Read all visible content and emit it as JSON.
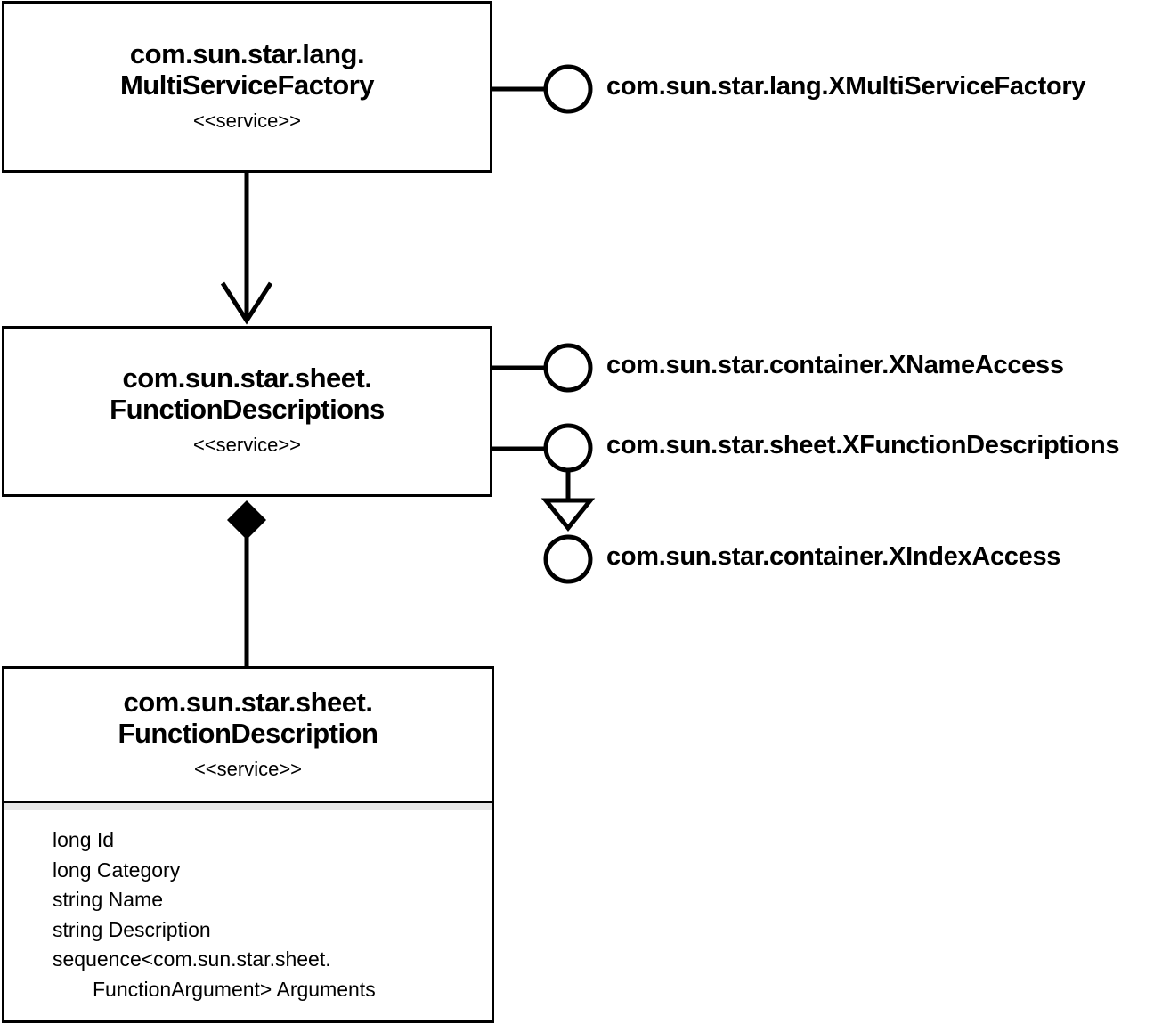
{
  "services": {
    "factory": {
      "name_line1": "com.sun.star.lang.",
      "name_line2": "MultiServiceFactory",
      "stereotype": "<<service>>"
    },
    "descriptions": {
      "name_line1": "com.sun.star.sheet.",
      "name_line2": "FunctionDescriptions",
      "stereotype": "<<service>>"
    },
    "description": {
      "name_line1": "com.sun.star.sheet.",
      "name_line2": "FunctionDescription",
      "stereotype": "<<service>>",
      "attributes": [
        "long Id",
        "long Category",
        "string Name",
        "string Description",
        "sequence<com.sun.star.sheet.",
        "FunctionArgument> Arguments"
      ]
    }
  },
  "interfaces": [
    "com.sun.star.lang.XMultiServiceFactory",
    "com.sun.star.container.XNameAccess",
    "com.sun.star.sheet.XFunctionDescriptions",
    "com.sun.star.container.XIndexAccess"
  ],
  "relations": [
    {
      "from": "com.sun.star.lang.MultiServiceFactory",
      "to": "com.sun.star.sheet.FunctionDescriptions",
      "type": "navigable-association"
    },
    {
      "from": "com.sun.star.sheet.FunctionDescriptions",
      "to": "com.sun.star.sheet.FunctionDescription",
      "type": "composition"
    },
    {
      "from": "com.sun.star.sheet.XFunctionDescriptions",
      "to": "com.sun.star.container.XIndexAccess",
      "type": "generalization"
    }
  ]
}
